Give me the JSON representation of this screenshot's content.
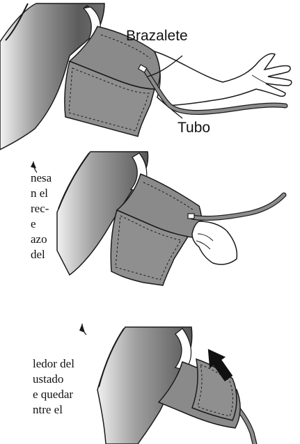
{
  "labels": {
    "cuff": "Brazalete",
    "tube": "Tubo"
  },
  "text_fragments": {
    "step2": [
      "nesa",
      "n el",
      "rec-",
      "e",
      "azo",
      "del"
    ],
    "step3": [
      "ledor del",
      "ustado",
      "e quedar",
      "ntre el"
    ]
  },
  "colors": {
    "cuff_fill": "#8a8a8a",
    "arm_gradient_dark": "#5e5e5e",
    "arm_gradient_light": "#f4f4f4",
    "tube": "#8c8c8c",
    "outline": "#1a1a1a"
  }
}
